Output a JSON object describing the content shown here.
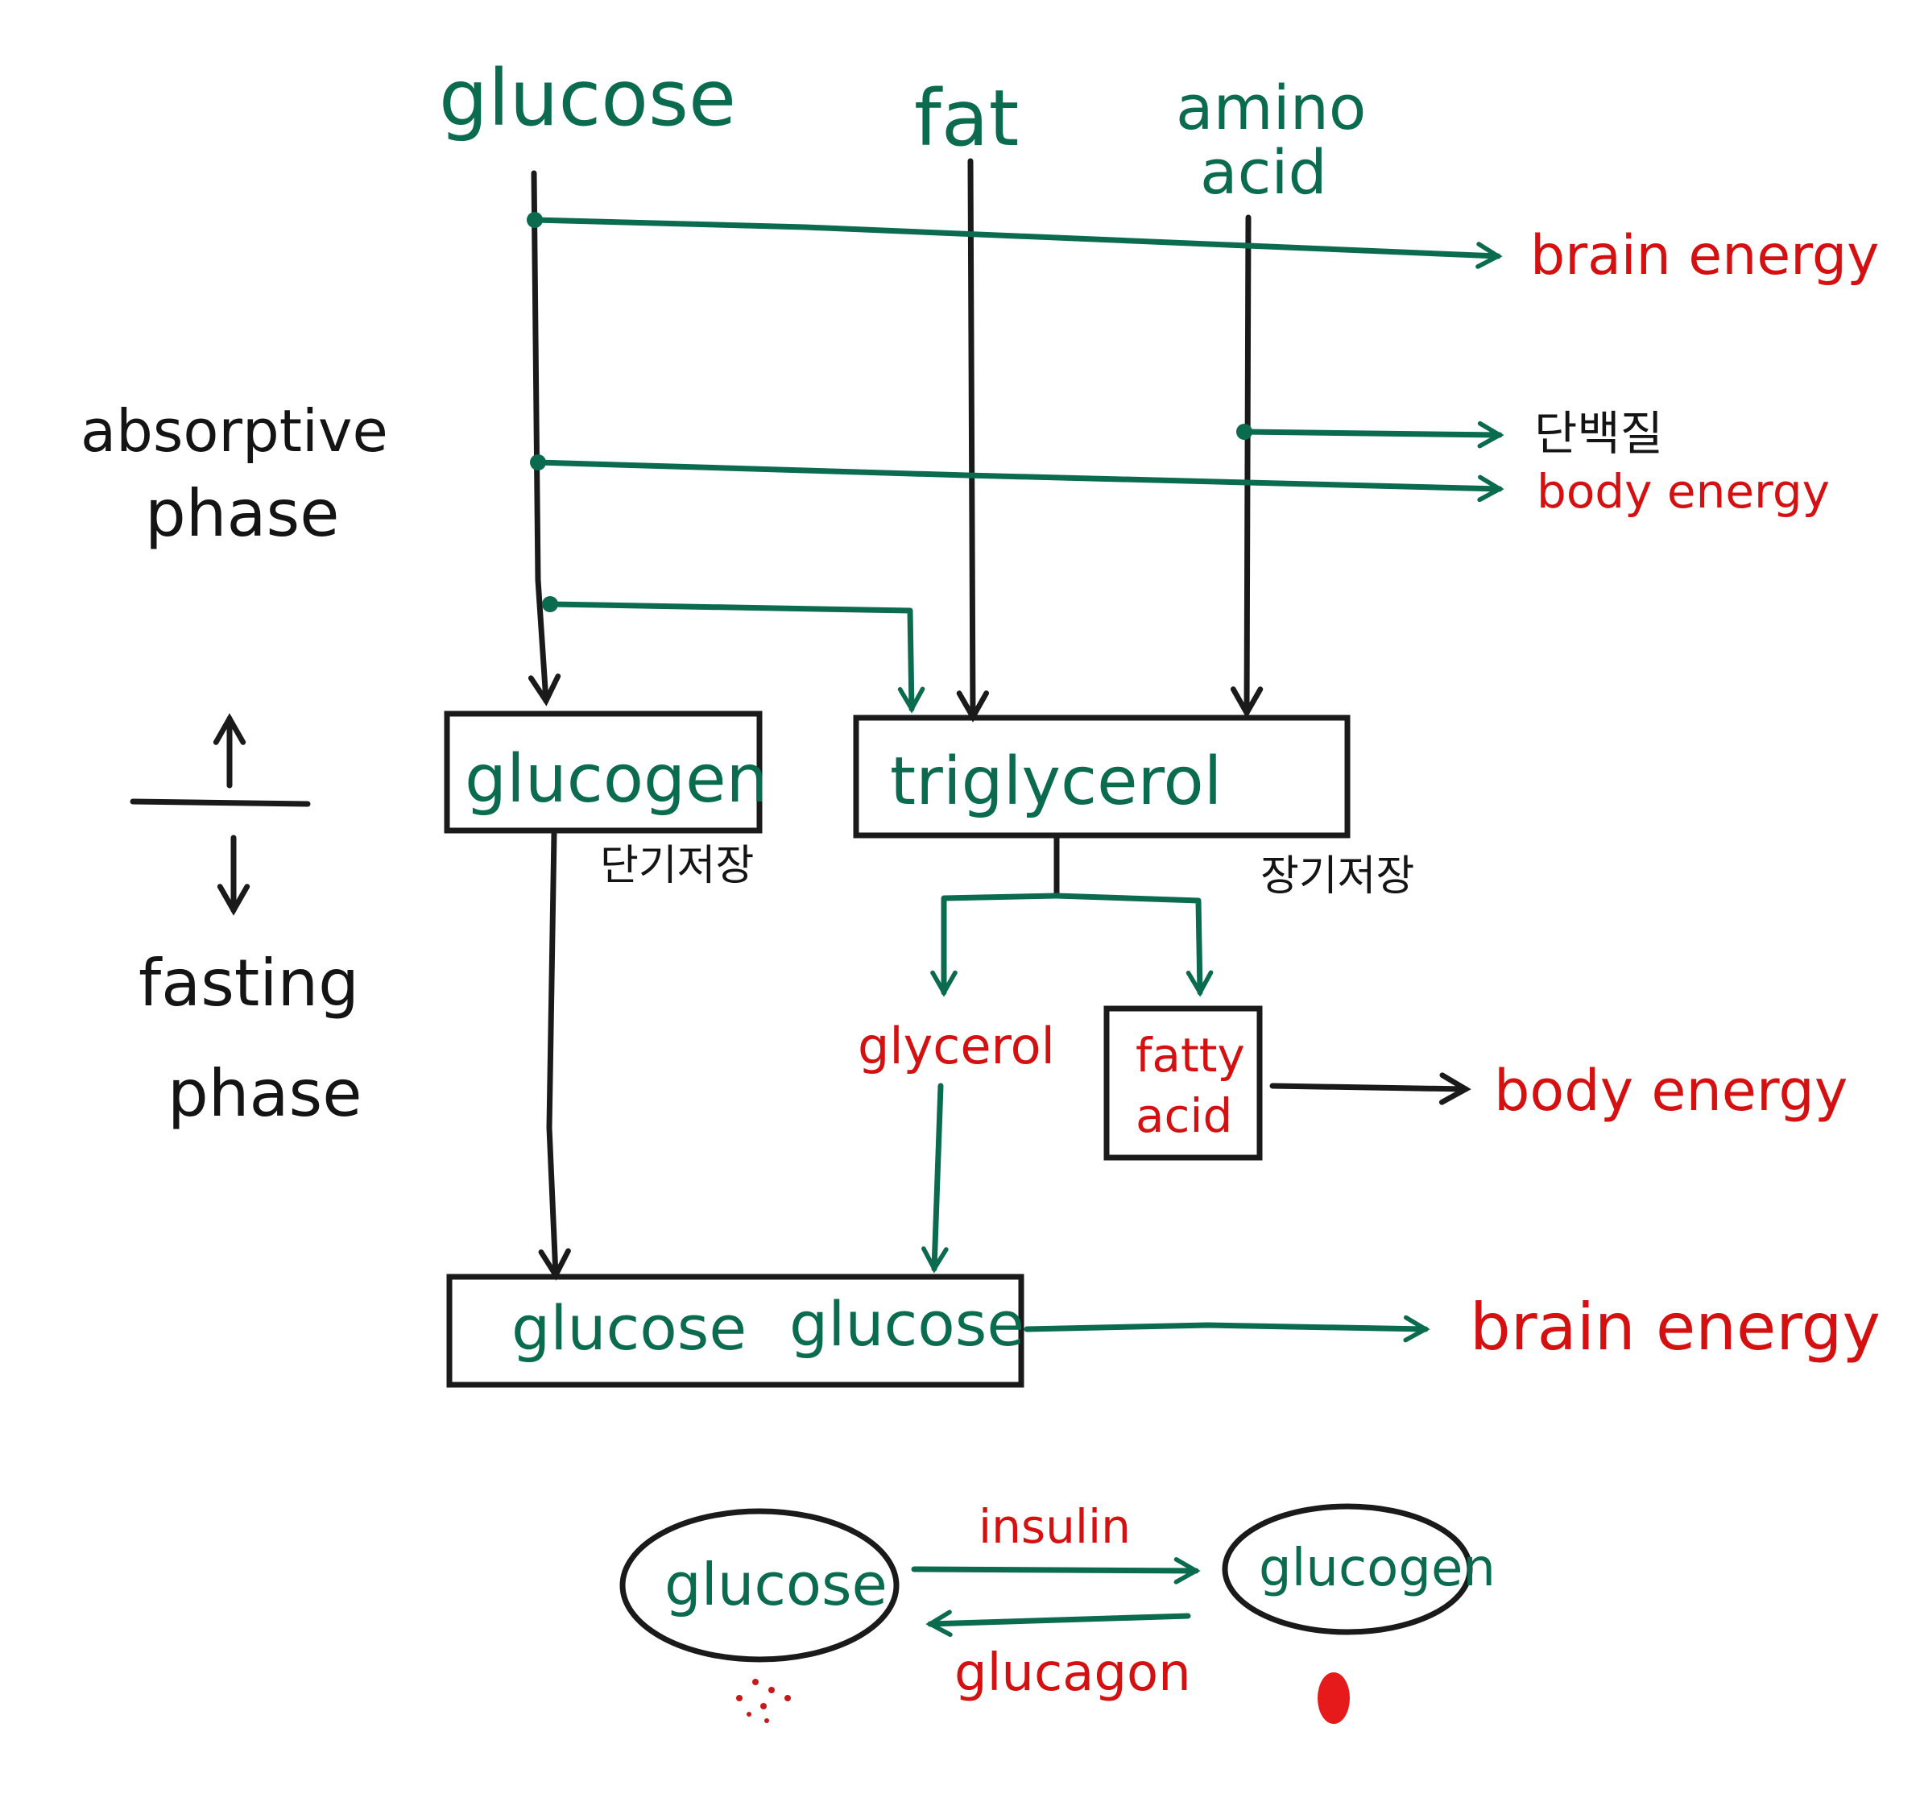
{
  "sources": {
    "glucose": "glucose",
    "fat": "fat",
    "amino_line1": "amino",
    "amino_line2": "acid"
  },
  "outputs": {
    "brain_energy_top": "brain energy",
    "protein": "단백질",
    "body_energy_top": "body energy",
    "body_energy_fatty": "body energy",
    "brain_energy_bottom": "brain energy"
  },
  "phases": {
    "absorptive_line1": "absorptive",
    "absorptive_line2": "phase",
    "fasting_line1": "fasting",
    "fasting_line2": "phase"
  },
  "boxes": {
    "glucogen": "glucogen",
    "glucogen_note": "단기저장",
    "triglycerol": "triglycerol",
    "triglycerol_note": "장기저장",
    "glycerol": "glycerol",
    "fatty_line1": "fatty",
    "fatty_line2": "acid",
    "glucose_left": "glucose",
    "glucose_right": "glucose"
  },
  "cycle": {
    "glucose": "glucose",
    "glucogen": "glucogen",
    "insulin": "insulin",
    "glucagon": "glucagon"
  },
  "colors": {
    "green": "#0b6b4f",
    "red": "#d41010",
    "black": "#1a1a1a"
  }
}
